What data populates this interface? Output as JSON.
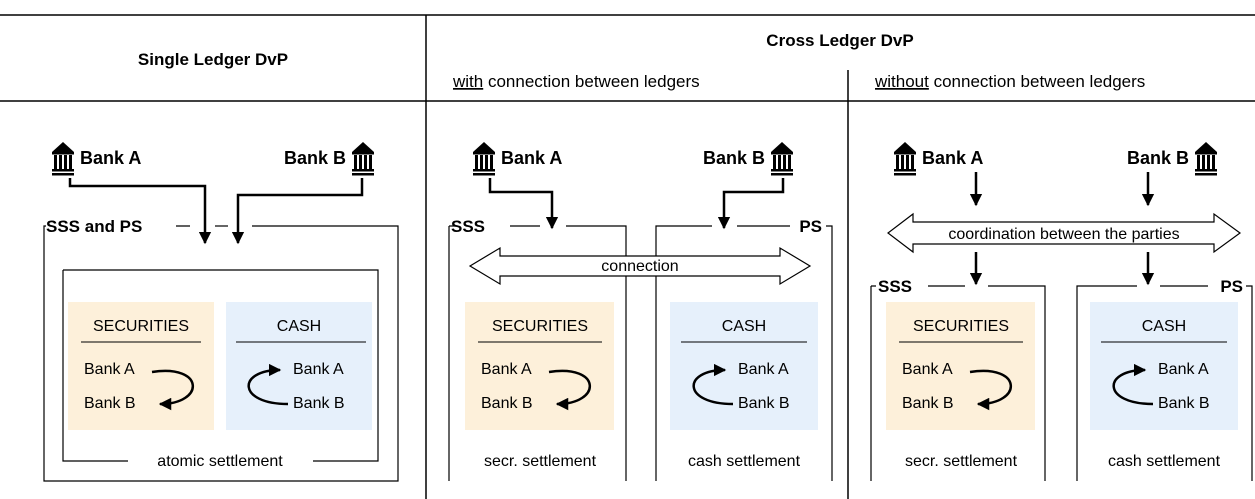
{
  "headers": {
    "single": "Single Ledger DvP",
    "cross": "Cross Ledger DvP",
    "with_prefix": "with",
    "with_rest": " connection between ledgers",
    "without_prefix": "without",
    "without_rest": " connection between ledgers"
  },
  "banks": {
    "a": "Bank A",
    "b": "Bank B"
  },
  "systems": {
    "sss_ps": "SSS and PS",
    "sss": "SSS",
    "ps": "PS"
  },
  "ledgers": {
    "securities": "SECURITIES",
    "cash": "CASH"
  },
  "connection": "connection",
  "coordination": "coordination between the parties",
  "settlements": {
    "atomic": "atomic settlement",
    "secr": "secr. settlement",
    "cash": "cash settlement"
  },
  "colors": {
    "securities_bg": "#fdf0da",
    "cash_bg": "#e6f0fb",
    "line": "#000000"
  }
}
